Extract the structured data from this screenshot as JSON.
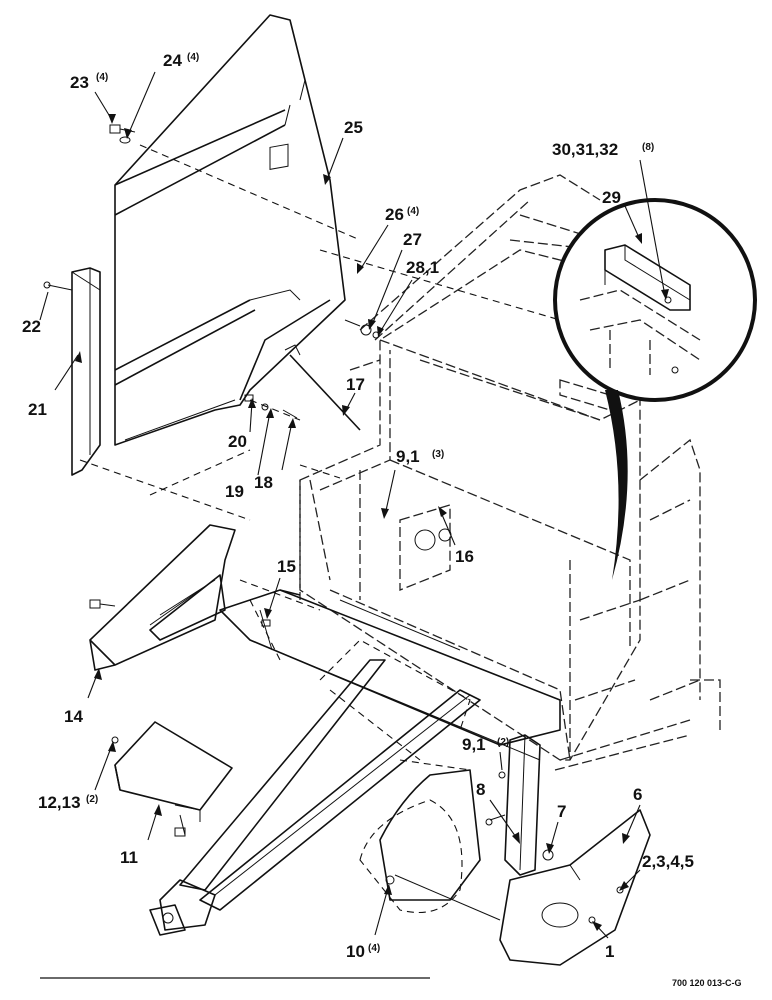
{
  "labels": {
    "p1": "1",
    "p2345": "2,3,4,5",
    "p6": "6",
    "p7": "7",
    "p8": "8",
    "p91b": "9,1",
    "p91b_qty": "(2)",
    "p10": "10",
    "p10_qty": "(4)",
    "p11": "11",
    "p1213": "12,13",
    "p1213_qty": "(2)",
    "p14": "14",
    "p15": "15",
    "p91a": "9,1",
    "p91a_qty": "(3)",
    "p16": "16",
    "p17": "17",
    "p18": "18",
    "p19": "19",
    "p20": "20",
    "p21": "21",
    "p22": "22",
    "p23": "23",
    "p23_qty": "(4)",
    "p24": "24",
    "p24_qty": "(4)",
    "p25": "25",
    "p26": "26",
    "p26_qty": "(4)",
    "p27": "27",
    "p281": "28,1",
    "p29": "29",
    "p303132": "30,31,32",
    "p303132_qty": "(8)"
  },
  "drawing_code": "700 120 013-C-G"
}
